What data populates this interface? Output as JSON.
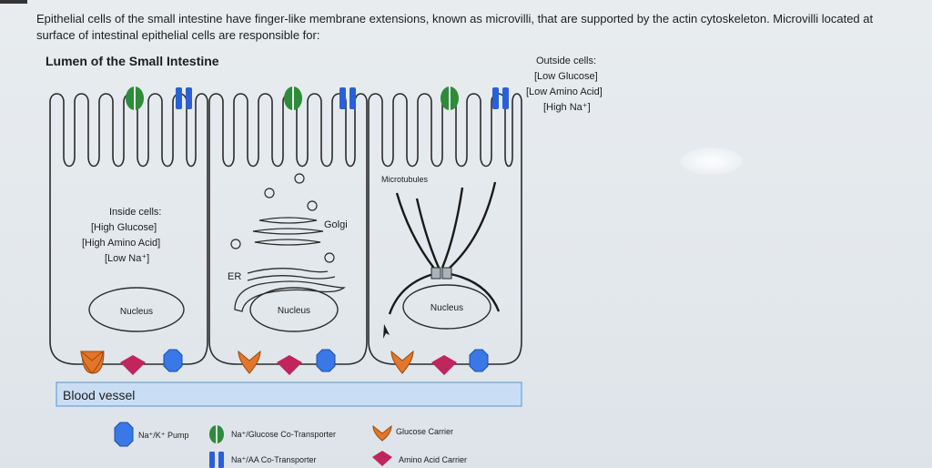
{
  "question": {
    "line1": "Epithelial cells of the small intestine have finger-like membrane extensions, known as microvilli, that are supported by the actin cytoskeleton. Microvilli located at",
    "line2": "surface of intestinal epithelial cells are responsible for:"
  },
  "diagram": {
    "lumen_label": "Lumen of the Small Intestine",
    "outside": {
      "title": "Outside cells:",
      "glucose": "[Low Glucose]",
      "amino": "[Low Amino Acid]",
      "sodium": "[High Na⁺]"
    },
    "inside": {
      "title": "Inside cells:",
      "glucose": "[High Glucose]",
      "amino": "[High Amino Acid]",
      "sodium": "[Low Na⁺]"
    },
    "golgi_label": "Golgi",
    "er_label": "ER",
    "microtubules_label": "Microtubules",
    "nucleus_labels": [
      "Nucleus",
      "Nucleus",
      "Nucleus"
    ],
    "blood_vessel_label": "Blood vessel"
  },
  "legend": {
    "pump": "Na⁺/K⁺ Pump",
    "glucose_cotransporter": "Na⁺/Glucose Co-Transporter",
    "glucose_carrier": "Glucose Carrier",
    "aa_cotransporter": "Na⁺/AA Co-Transporter",
    "amino_carrier": "Amino Acid Carrier"
  },
  "colors": {
    "green": "#2e8b3a",
    "blue_transporter": "#2a5fd6",
    "pump_blue": "#3a78e8",
    "orange": "#e2762a",
    "magenta": "#c0255c",
    "blood_vessel_fill": "#c9def5",
    "blood_vessel_stroke": "#6f9fd6"
  }
}
